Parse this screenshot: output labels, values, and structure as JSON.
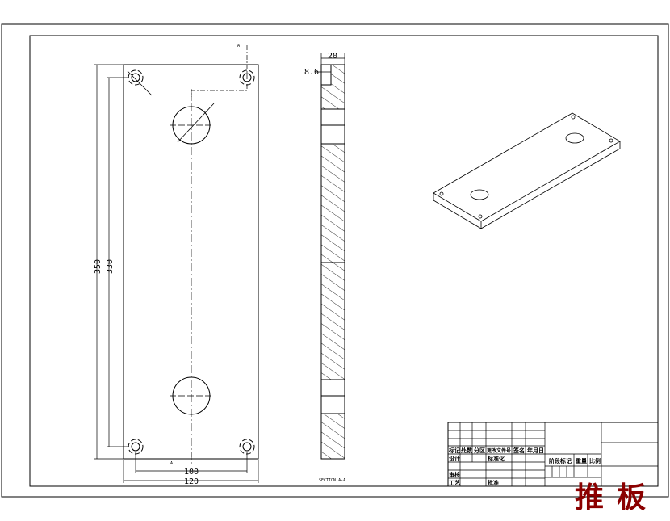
{
  "drawing": {
    "title": "推板",
    "title_color": "#8b0000",
    "dimensions": {
      "overall_length": "350",
      "hole_spacing_length": "330",
      "hole_spacing_width": "100",
      "overall_width": "120",
      "thickness": "20",
      "counterbore_depth": "8.6"
    },
    "section_marker": "A",
    "section_label": "SECTION A-A",
    "title_block": {
      "row_header": [
        "标记",
        "处数",
        "分区",
        "更改文件号",
        "签名",
        "年月日"
      ],
      "design": "设计",
      "standardization": "标准化",
      "review": "审核",
      "process": "工艺",
      "approve": "批准",
      "stage_mark": "阶段标记",
      "weight": "重量",
      "scale": "比例"
    }
  }
}
